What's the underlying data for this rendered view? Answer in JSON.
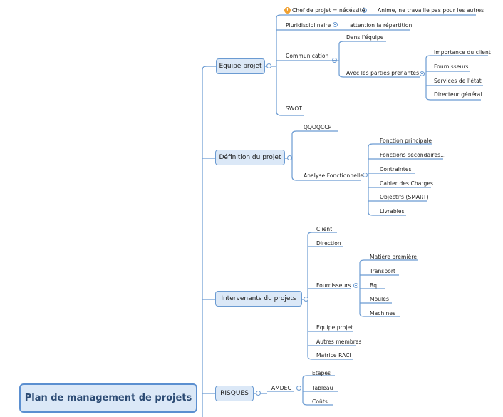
{
  "root": {
    "title": "Plan de management de projets"
  },
  "branches": {
    "equipe": "Equipe projet",
    "definition": "Définition du projet",
    "intervenants": "Intervenants du projets",
    "risques": "RISQUES"
  },
  "equipe": {
    "chef": "Chef de projet = nécéssité",
    "anime": "Anime, ne travaille pas pour les autres",
    "pluri": "Pluridisciplinaire",
    "attention": "attention la répartition",
    "communication": "Communication",
    "dans_equipe": "Dans l'équipe",
    "avec_parties": "Avec les parties prenantes",
    "importance_client": "Importance du client",
    "fournisseurs": "Fournisseurs",
    "services_etat": "Services de l'état",
    "directeur": "Directeur général",
    "swot": "SWOT"
  },
  "definition": {
    "qqoqccp": "QQOQCCP",
    "analyse": "Analyse Fonctionnelle",
    "fonction_principale": "Fonction principale",
    "fonctions_secondaires": "Fonctions secondaires...",
    "contraintes": "Contraintes",
    "cahier": "Cahier des Charges",
    "objectifs": "Objectifs (SMART)",
    "livrables": "Livrables"
  },
  "intervenants": {
    "client": "Client",
    "direction": "Direction",
    "fournisseurs": "Fournisseurs",
    "matiere": "Matière première",
    "transport": "Transport",
    "bq": "Bq",
    "moules": "Moules",
    "machines": "Machines",
    "equipe_projet": "Equipe projet",
    "autres_membres": "Autres membres",
    "matrice_raci": "Matrice RACI"
  },
  "risques": {
    "amdec": "AMDEC",
    "etapes": "Etapes",
    "tableau": "Tableau",
    "couts": "Coûts"
  },
  "colors": {
    "line": "#6b9bd2",
    "node_fill": "#dbe8f7",
    "root_text": "#2b4a73",
    "warning": "#f0a030"
  }
}
